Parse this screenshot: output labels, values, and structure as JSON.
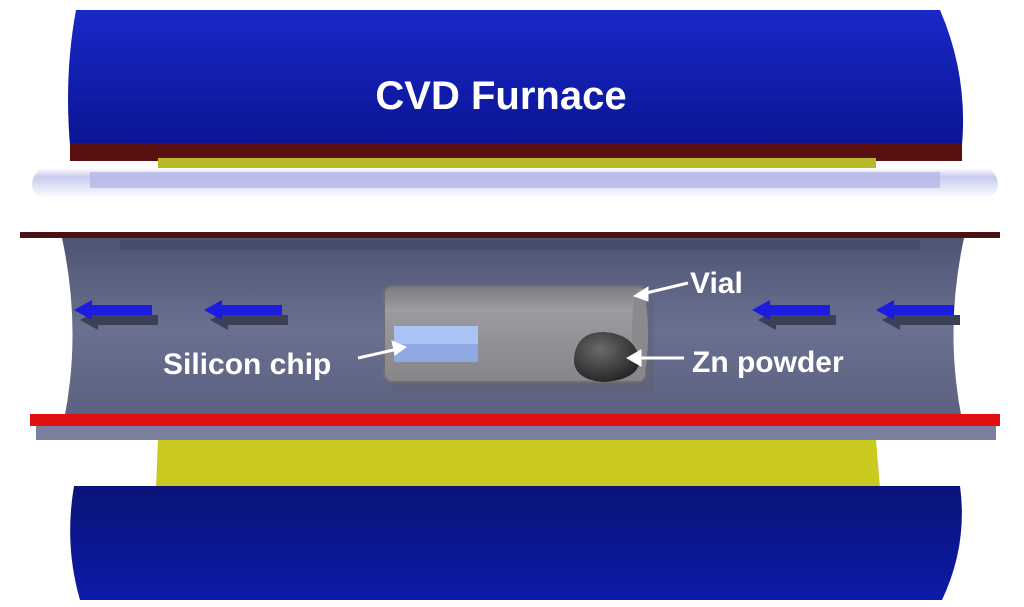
{
  "title": "CVD Furnace",
  "labels": {
    "vial": "Vial",
    "silicon_chip": "Silicon chip",
    "zn_powder": "Zn powder"
  },
  "colors": {
    "furnace_blue": "#0e1aa6",
    "furnace_dark_edge": "#5a1010",
    "quartz_tube": "#5d6585",
    "red_rail": "#e01010",
    "yellow_band": "#c9c920",
    "arrow_blue": "#1c1ce0",
    "vial_gray": "#8e8e92",
    "chip_light_blue": "#a9c3f5",
    "zn_dark": "#3a3a3a"
  },
  "flow_arrows": {
    "count": 4,
    "direction": "left"
  }
}
